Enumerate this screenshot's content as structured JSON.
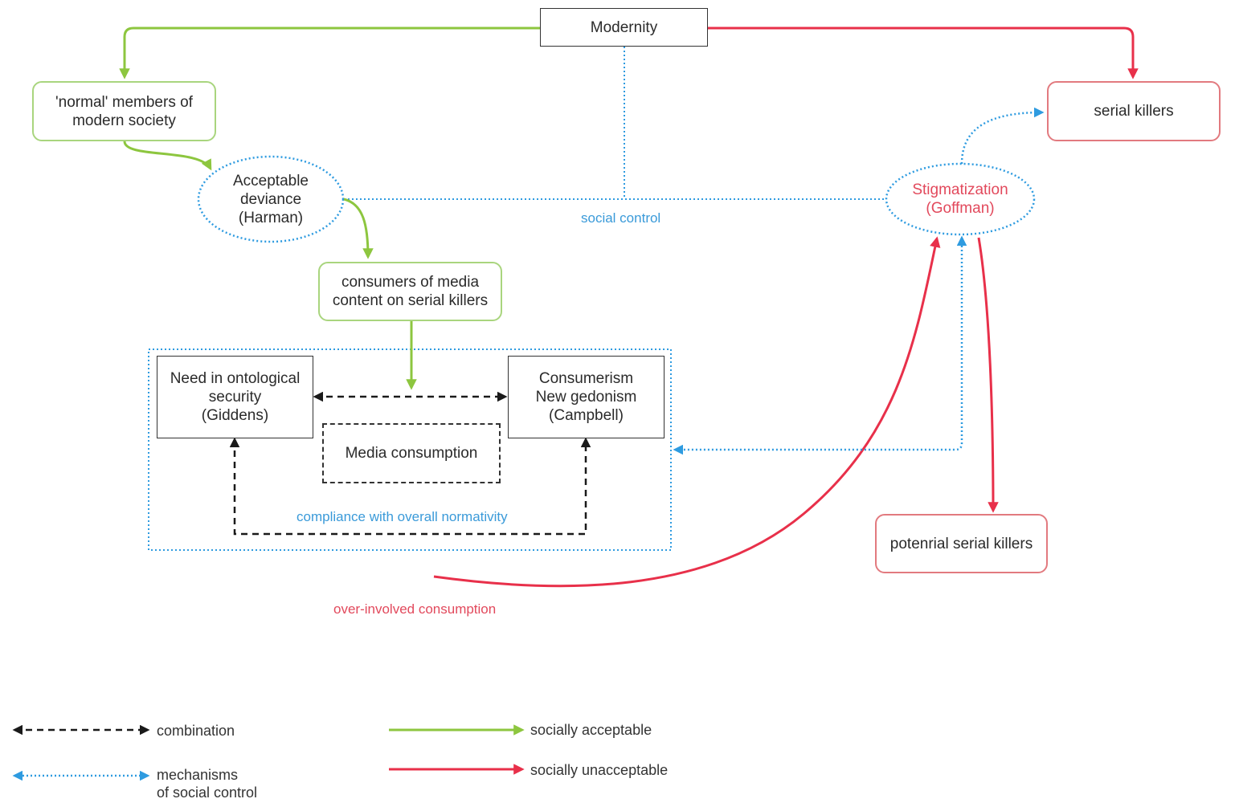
{
  "colors": {
    "green": "#8dc63f",
    "red": "#e8304a",
    "blue": "#2e9be0",
    "black": "#1a1a1a"
  },
  "nodes": {
    "modernity": "Modernity",
    "normal_members": "'normal' members of\nmodern society",
    "acceptable_deviance": "Acceptable\ndeviance\n(Harman)",
    "consumers_media": "consumers of media\ncontent on serial killers",
    "ontological_security": "Need in ontological\nsecurity\n(Giddens)",
    "consumerism": "Consumerism\nNew gedonism\n(Campbell)",
    "media_consumption": "Media consumption",
    "serial_killers": "serial killers",
    "stigmatization": "Stigmatization\n(Goffman)",
    "potential_serial_killers": "potenrial serial killers"
  },
  "labels": {
    "social_control": "social control",
    "compliance": "compliance with overall normativity",
    "over_involved": "over-involved consumption"
  },
  "legend": {
    "combination": "combination",
    "social_control_mechanisms": "mechanisms\nof social control",
    "socially_acceptable": "socially acceptable",
    "socially_unacceptable": "socially unacceptable"
  }
}
